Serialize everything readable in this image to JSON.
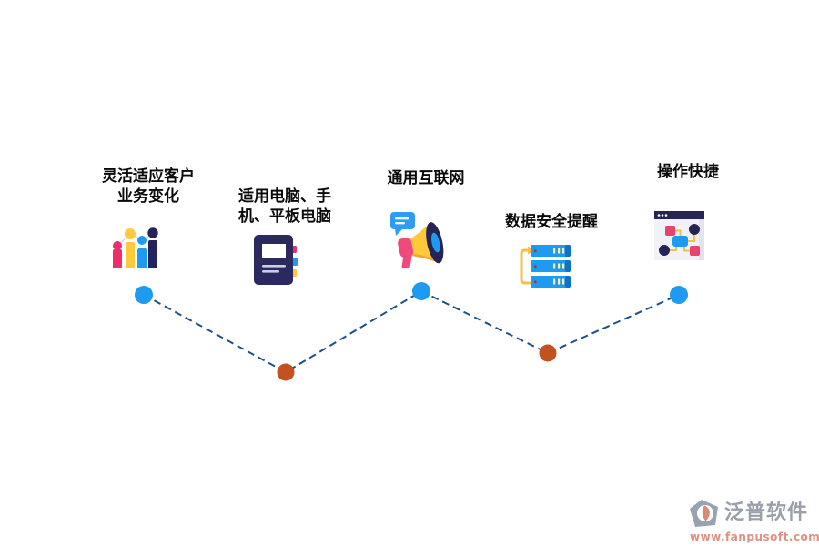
{
  "features": [
    {
      "label": "灵活适应客户业务变化",
      "icon": "bar-chart-icon"
    },
    {
      "label": "适用电脑、手机、平板电脑",
      "icon": "notebook-icon"
    },
    {
      "label": "通用互联网",
      "icon": "megaphone-icon"
    },
    {
      "label": "数据安全提醒",
      "icon": "server-stack-icon"
    },
    {
      "label": "操作快捷",
      "icon": "browser-flowchart-icon"
    }
  ],
  "timeline": {
    "line_color": "#1d5185",
    "dots": [
      {
        "position": "top",
        "color": "#1e9bf0"
      },
      {
        "position": "bottom",
        "color": "#c2521f"
      },
      {
        "position": "top",
        "color": "#1e9bf0"
      },
      {
        "position": "bottom",
        "color": "#c2521f"
      },
      {
        "position": "top",
        "color": "#1e9bf0"
      }
    ]
  },
  "footer": {
    "brand_name": "泛普软件",
    "website": "www.fanpusoft.com",
    "logo_icon": "fanpu-logo-icon"
  },
  "colors": {
    "navy": "#24235d",
    "pink": "#ed2e6e",
    "yellow": "#ffc93c",
    "blue": "#1e9bf0",
    "rust": "#c2521f",
    "text": "#0a0a0a",
    "brand_gray": "#9aa0ab",
    "brand_salmon": "#dd9180"
  }
}
